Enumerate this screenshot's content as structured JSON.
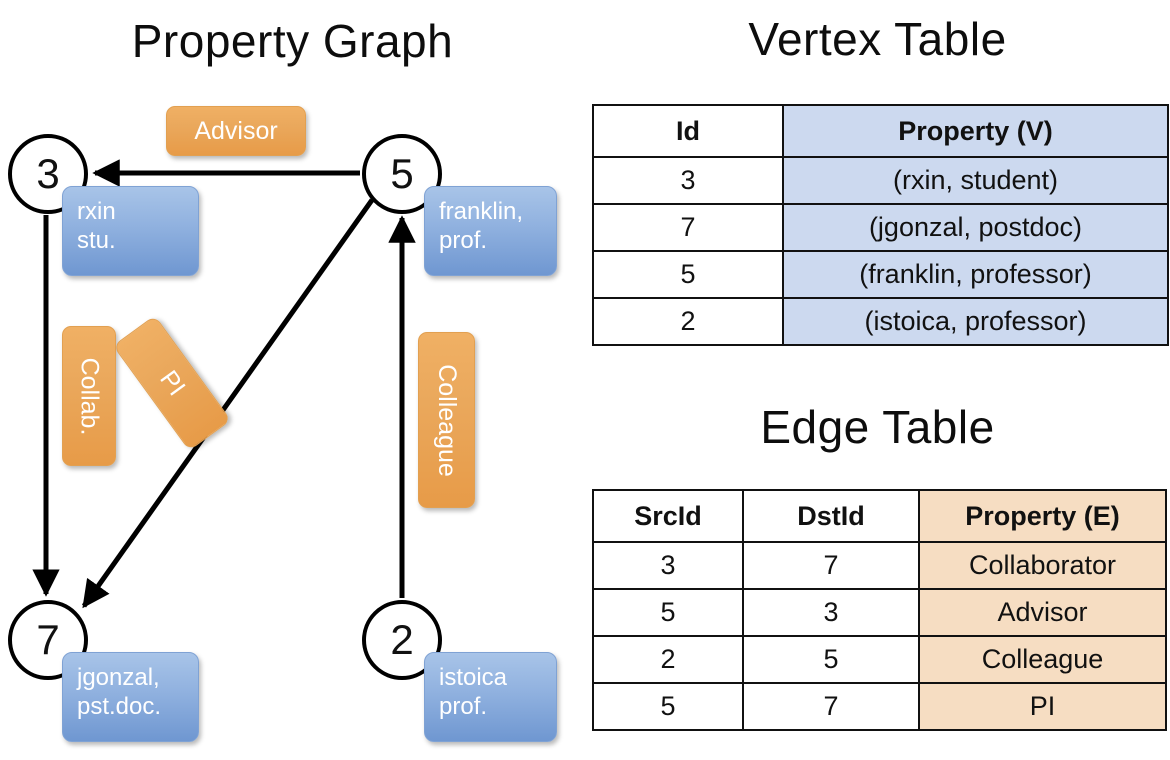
{
  "titles": {
    "property_graph": "Property Graph",
    "vertex_table": "Vertex Table",
    "edge_table": "Edge Table"
  },
  "graph": {
    "nodes": [
      {
        "id": "3",
        "label": "3",
        "property_line1": "rxin",
        "property_line2": "stu."
      },
      {
        "id": "5",
        "label": "5",
        "property_line1": "franklin,",
        "property_line2": "prof."
      },
      {
        "id": "7",
        "label": "7",
        "property_line1": "jgonzal,",
        "property_line2": "pst.doc."
      },
      {
        "id": "2",
        "label": "2",
        "property_line1": "istoica",
        "property_line2": "prof."
      }
    ],
    "edge_labels": [
      {
        "key": "advisor",
        "text": "Advisor"
      },
      {
        "key": "collab",
        "text": "Collab."
      },
      {
        "key": "pi",
        "text": "PI"
      },
      {
        "key": "colleague",
        "text": "Colleague"
      }
    ]
  },
  "vertex_table": {
    "headers": [
      "Id",
      "Property (V)"
    ],
    "rows": [
      {
        "id": "3",
        "property": "(rxin, student)"
      },
      {
        "id": "7",
        "property": "(jgonzal, postdoc)"
      },
      {
        "id": "5",
        "property": "(franklin, professor)"
      },
      {
        "id": "2",
        "property": "(istoica, professor)"
      }
    ]
  },
  "edge_table": {
    "headers": [
      "SrcId",
      "DstId",
      "Property (E)"
    ],
    "rows": [
      {
        "src": "3",
        "dst": "7",
        "property": "Collaborator"
      },
      {
        "src": "5",
        "dst": "3",
        "property": "Advisor"
      },
      {
        "src": "2",
        "dst": "5",
        "property": "Colleague"
      },
      {
        "src": "5",
        "dst": "7",
        "property": "PI"
      }
    ]
  },
  "colors": {
    "vertex_property_fill": "#ccd9ef",
    "edge_property_fill": "#f6ddc2",
    "vertex_box_blue": "#8ab0dd",
    "edge_badge_orange": "#eaa85c",
    "stroke": "#000000",
    "background": "#ffffff"
  }
}
